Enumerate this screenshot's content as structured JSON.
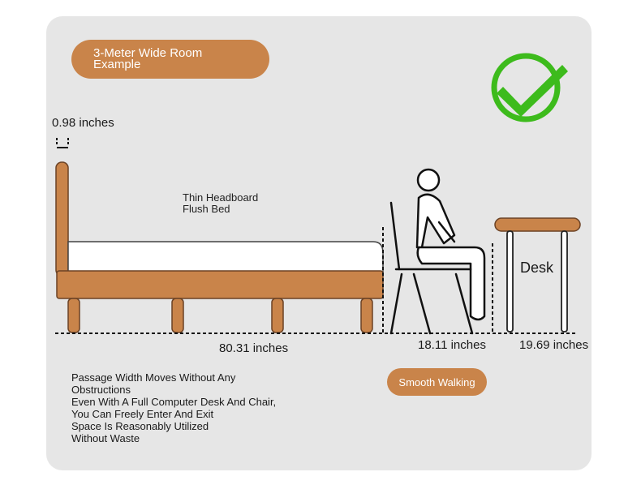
{
  "header": {
    "title_line1": "3-Meter Wide Room",
    "title_line2": "Example"
  },
  "check": {
    "icon": "check-circle-icon",
    "color": "#3dbb1c"
  },
  "dimensions": {
    "headboard_thickness": "0.98 inches",
    "bed_length": "80.31 inches",
    "chair_gap": "18.11 inches",
    "desk_width": "19.69 inches"
  },
  "bed_caption": {
    "line1": "Thin Headboard",
    "line2": "Flush Bed"
  },
  "desk_label": "Desk",
  "walk_button": "Smooth Walking",
  "description": [
    "Passage Width Moves Without Any",
    "Obstructions",
    "Even With A Full Computer Desk And Chair,",
    "You Can Freely Enter And Exit",
    "Space Is Reasonably Utilized",
    "Without Waste"
  ],
  "colors": {
    "wood": "#c9844a",
    "background": "#e6e6e6",
    "mattress": "#ffffff"
  }
}
